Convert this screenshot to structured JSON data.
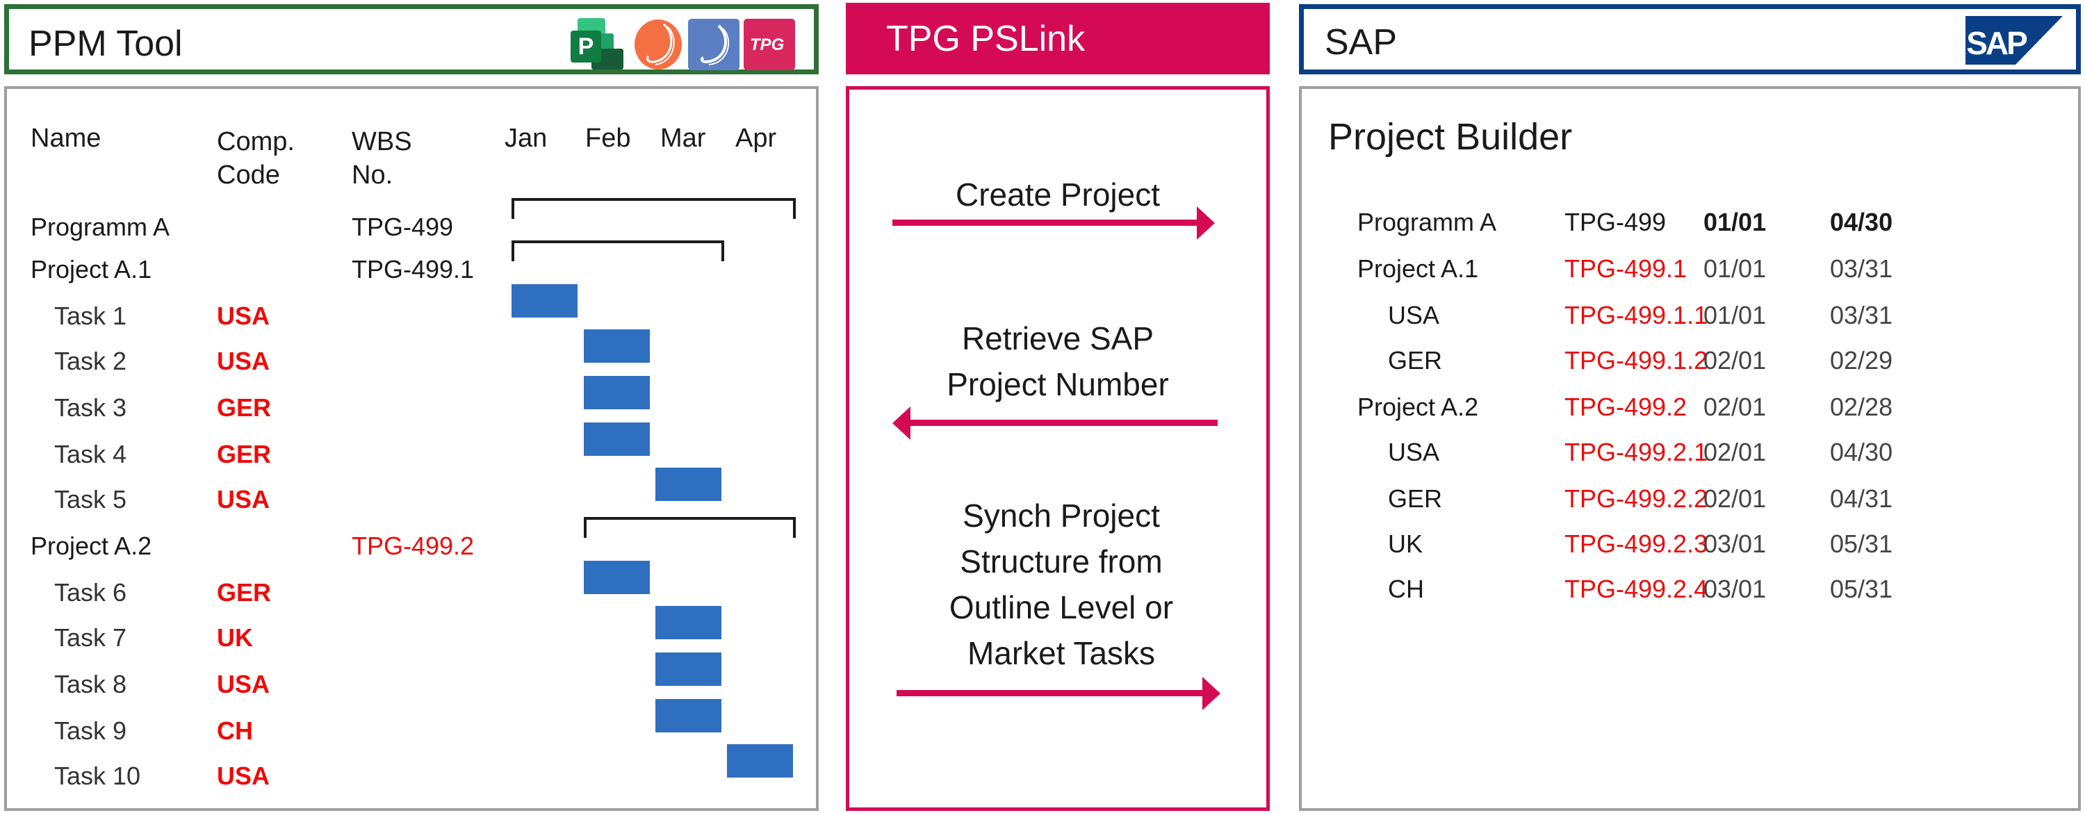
{
  "colors": {
    "ppm_border": "#2e7038",
    "pslink_brand": "#d40b54",
    "sap_border": "#0a3f86",
    "panel_border": "#9e9e9e",
    "task_bar": "#2f6fbf",
    "highlight_red": "#ee0a0a"
  },
  "ppm": {
    "title": "PPM Tool",
    "logos": [
      "ms-project-icon",
      "orange-swirl-logo-icon",
      "blue-swirl-logo-icon",
      "tpg-logo-icon"
    ],
    "tpg_logo_text": "TPG",
    "project_logo_text": "P",
    "headers": {
      "name": "Name",
      "comp_code_1": "Comp.",
      "comp_code_2": "Code",
      "wbs_1": "WBS",
      "wbs_2": "No.",
      "months": [
        "Jan",
        "Feb",
        "Mar",
        "Apr"
      ]
    },
    "rows": [
      {
        "name": "Programm A",
        "code": "",
        "wbs": "TPG-499",
        "level": 0,
        "type": "summary",
        "start": 0,
        "end": 4
      },
      {
        "name": "Project A.1",
        "code": "",
        "wbs": "TPG-499.1",
        "level": 0,
        "type": "summary",
        "start": 0,
        "end": 3
      },
      {
        "name": "Task 1",
        "code": "USA",
        "wbs": "",
        "level": 1,
        "type": "task",
        "start": 0,
        "end": 1
      },
      {
        "name": "Task 2",
        "code": "USA",
        "wbs": "",
        "level": 1,
        "type": "task",
        "start": 1,
        "end": 2
      },
      {
        "name": "Task 3",
        "code": "GER",
        "wbs": "",
        "level": 1,
        "type": "task",
        "start": 1,
        "end": 2
      },
      {
        "name": "Task 4",
        "code": "GER",
        "wbs": "",
        "level": 1,
        "type": "task",
        "start": 1,
        "end": 2
      },
      {
        "name": "Task 5",
        "code": "USA",
        "wbs": "",
        "level": 1,
        "type": "task",
        "start": 2,
        "end": 3
      },
      {
        "name": "Project A.2",
        "code": "",
        "wbs": "TPG-499.2",
        "wbs_red": true,
        "level": 0,
        "type": "summary",
        "start": 1,
        "end": 4
      },
      {
        "name": "Task 6",
        "code": "GER",
        "wbs": "",
        "level": 1,
        "type": "task",
        "start": 1,
        "end": 2
      },
      {
        "name": "Task 7",
        "code": "UK",
        "wbs": "",
        "level": 1,
        "type": "task",
        "start": 2,
        "end": 3
      },
      {
        "name": "Task 8",
        "code": "USA",
        "wbs": "",
        "level": 1,
        "type": "task",
        "start": 2,
        "end": 3
      },
      {
        "name": "Task 9",
        "code": "CH",
        "wbs": "",
        "level": 1,
        "type": "task",
        "start": 2,
        "end": 3
      },
      {
        "name": "Task 10",
        "code": "USA",
        "wbs": "",
        "level": 1,
        "type": "task",
        "start": 3,
        "end": 4
      }
    ]
  },
  "pslink": {
    "title": "TPG PSLink",
    "actions": [
      {
        "label_lines": [
          "Create Project"
        ],
        "direction": "right"
      },
      {
        "label_lines": [
          "Retrieve SAP",
          "Project Number"
        ],
        "direction": "left"
      },
      {
        "label_lines": [
          "Synch Project",
          "Structure from",
          "Outline Level or",
          "Market Tasks"
        ],
        "direction": "right"
      }
    ]
  },
  "sap": {
    "title": "SAP",
    "logo_text": "SAP",
    "subtitle": "Project Builder",
    "rows": [
      {
        "name": "Programm A",
        "wbs": "TPG-499",
        "start": "01/01",
        "end": "04/30",
        "level": 0,
        "wbs_red": false,
        "dates_bold": true
      },
      {
        "name": "Project A.1",
        "wbs": "TPG-499.1",
        "start": "01/01",
        "end": "03/31",
        "level": 0,
        "wbs_red": true
      },
      {
        "name": "USA",
        "wbs": "TPG-499.1.1",
        "start": "01/01",
        "end": "03/31",
        "level": 1,
        "wbs_red": true
      },
      {
        "name": "GER",
        "wbs": "TPG-499.1.2",
        "start": "02/01",
        "end": "02/29",
        "level": 1,
        "wbs_red": true
      },
      {
        "name": "Project A.2",
        "wbs": "TPG-499.2",
        "start": "02/01",
        "end": "02/28",
        "level": 0,
        "wbs_red": true
      },
      {
        "name": "USA",
        "wbs": "TPG-499.2.1",
        "start": "02/01",
        "end": "04/30",
        "level": 1,
        "wbs_red": true
      },
      {
        "name": "GER",
        "wbs": "TPG-499.2.2",
        "start": "02/01",
        "end": "04/31",
        "level": 1,
        "wbs_red": true
      },
      {
        "name": "UK",
        "wbs": "TPG-499.2.3",
        "start": "03/01",
        "end": "05/31",
        "level": 1,
        "wbs_red": true
      },
      {
        "name": "CH",
        "wbs": "TPG-499.2.4",
        "start": "03/01",
        "end": "05/31",
        "level": 1,
        "wbs_red": true
      }
    ]
  }
}
